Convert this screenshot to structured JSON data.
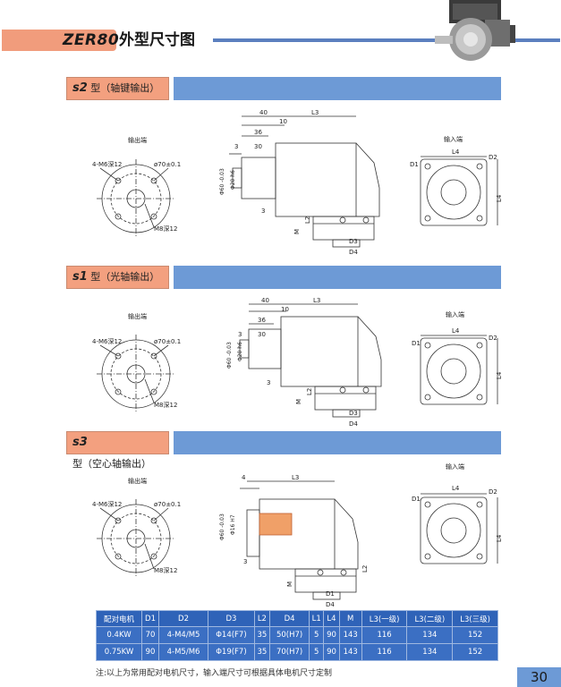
{
  "header": {
    "brand": "ZER80",
    "title": "外型尺寸图"
  },
  "sections": [
    {
      "code": "s2",
      "label": "型（轴键输出）",
      "output_label": "输出端",
      "input_label": "输入端",
      "dims": {
        "hole_a": "4-M6深12",
        "pcd": "ø70±0.1",
        "hole_b": "M8深12",
        "d40": "40",
        "l3": "L3",
        "d10": "10",
        "d36": "36",
        "d3a": "3",
        "d30": "30",
        "d3b": "3",
        "shaft_a": "Φ60 -0.03",
        "shaft_b": "Φ20 h6",
        "l2": "L2",
        "m": "M",
        "d3": "D3",
        "d4": "D4",
        "l4": "L4",
        "d1": "D1",
        "d2": "D2",
        "l4v": "L4"
      }
    },
    {
      "code": "s1",
      "label": "型（光轴输出）",
      "output_label": "输出端",
      "input_label": "输入端",
      "dims": {
        "hole_a": "4-M6深12",
        "pcd": "ø70±0.1",
        "hole_b": "M8深12",
        "d40": "40",
        "l3": "L3",
        "d10": "10",
        "d36": "36",
        "d3a": "3",
        "d30": "30",
        "d3b": "3",
        "shaft_a": "Φ60 -0.03",
        "shaft_b": "Φ20 h6",
        "l2": "L2",
        "m": "M",
        "d3": "D3",
        "d4": "D4",
        "l4": "L4",
        "d1": "D1",
        "d2": "D2",
        "l4v": "L4"
      }
    },
    {
      "code": "s3",
      "label": "型（空心轴输出）",
      "output_label": "输出端",
      "input_label": "输入端",
      "dims": {
        "hole_a": "4-M6深12",
        "pcd": "ø70±0.1",
        "hole_b": "M8深12",
        "d4top": "4",
        "l3": "L3",
        "d3a": "3",
        "shaft_a": "Φ60 -0.03",
        "shaft_b": "Φ16 H7",
        "l2": "L2",
        "m": "M",
        "d1b": "D1",
        "d4": "D4",
        "l4": "L4",
        "d1": "D1",
        "d2": "D2",
        "l4v": "L4"
      }
    }
  ],
  "table": {
    "headers": [
      "配对电机",
      "D1",
      "D2",
      "D3",
      "L2",
      "D4",
      "L1",
      "L4",
      "M",
      "L3(一级)",
      "L3(二级)",
      "L3(三级)"
    ],
    "rows": [
      [
        "0.4KW",
        "70",
        "4-M4/M5",
        "Φ14(F7)",
        "35",
        "50(H7)",
        "5",
        "90",
        "143",
        "116",
        "134",
        "152"
      ],
      [
        "0.75KW",
        "90",
        "4-M5/M6",
        "Φ19(F7)",
        "35",
        "70(H7)",
        "5",
        "90",
        "143",
        "116",
        "134",
        "152"
      ]
    ]
  },
  "note": "注:以上为常用配对电机尺寸，输入端尺寸可根据具体电机尺寸定制",
  "page_number": "30",
  "colors": {
    "accent_orange": "#f19c7c",
    "accent_blue": "#6d9ad6",
    "table_blue": "#3b6fc3"
  }
}
